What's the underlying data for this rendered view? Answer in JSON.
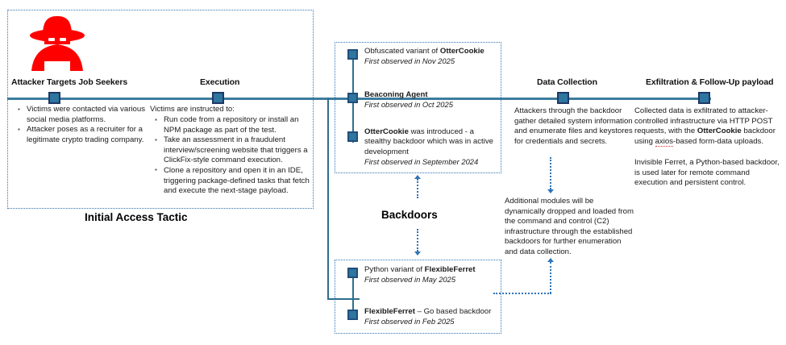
{
  "colors": {
    "accent_line": "#3C7C9E",
    "marker_fill": "#2E75A0",
    "marker_border": "#1F3864",
    "dotted_border": "#2E75B6",
    "icon_red": "#FF0000"
  },
  "icons": {
    "attacker": "spy-hacker-icon"
  },
  "initial_access": {
    "section_label": "Initial Access Tactic",
    "phases": [
      {
        "title": "Attacker Targets Job Seekers",
        "intro": "",
        "bullets": [
          "Victims were contacted via various social media platforms.",
          "Attacker poses as a recruiter for a legitimate crypto trading company."
        ]
      },
      {
        "title": "Execution",
        "intro": "Victims are instructed to:",
        "bullets": [
          "Run code from a repository or install an NPM package as part of the test.",
          "Take an assessment in a fraudulent interview/screening website that triggers a ClickFix-style command execution.",
          "Clone a repository and open it in an IDE, triggering package-defined tasks that fetch and execute the next-stage payload."
        ]
      }
    ]
  },
  "backdoors": {
    "section_label": "Backdoors",
    "top_nodes": [
      {
        "title_plain_prefix": "Obfuscated variant of ",
        "title_bold": "OtterCookie",
        "title_plain_suffix": "",
        "observed": "First observed in Nov 2025"
      },
      {
        "title_plain_prefix": "",
        "title_bold": "Beaconing Agent",
        "title_plain_suffix": "",
        "observed": "First observed in Oct 2025"
      },
      {
        "title_plain_prefix": "",
        "title_bold": "OtterCookie",
        "title_plain_suffix": " was introduced - a stealthy backdoor which was in active development",
        "observed": "First observed in September 2024"
      }
    ],
    "bottom_nodes": [
      {
        "title_plain_prefix": "Python variant of ",
        "title_bold": "FlexibleFerret",
        "title_plain_suffix": "",
        "observed": "First observed in May 2025"
      },
      {
        "title_plain_prefix": "",
        "title_bold": "FlexibleFerret",
        "title_plain_suffix": " – Go based backdoor",
        "observed": "First observed in Feb 2025"
      }
    ]
  },
  "data_collection": {
    "title": "Data Collection",
    "paragraph": "Attackers through the backdoor gather detailed system information and enumerate files and keystores for credentials and secrets.",
    "note": "Additional modules will be dynamically dropped and loaded from the command and control (C2) infrastructure through the established backdoors for further enumeration and data collection."
  },
  "exfiltration": {
    "title": "Exfiltration & Follow-Up payload",
    "paragraph1_a": "Collected data is exfiltrated to attacker-controlled infrastructure via HTTP POST requests, with the ",
    "paragraph1_bold": "OtterCookie",
    "paragraph1_b": " backdoor using ",
    "paragraph1_underlined": "axios",
    "paragraph1_c": "-based form-data uploads.",
    "paragraph2": "Invisible Ferret, a Python-based backdoor, is used later for remote command execution and persistent control."
  }
}
